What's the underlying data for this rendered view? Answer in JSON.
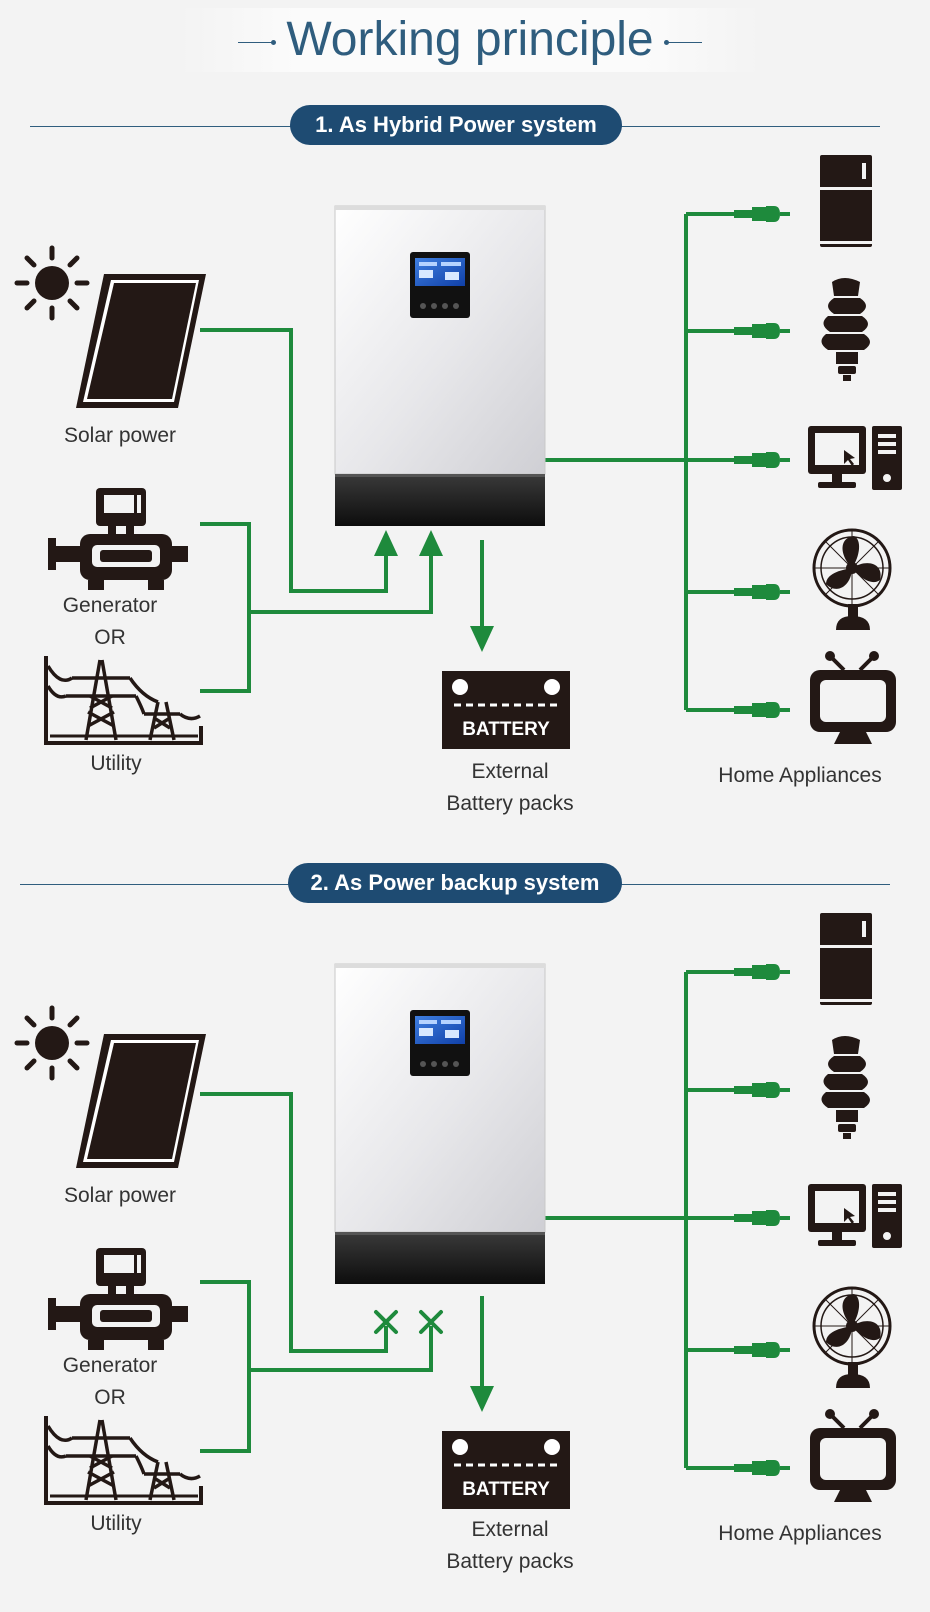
{
  "header": {
    "title": "Working principle"
  },
  "section1": {
    "title": "1. As Hybrid Power system",
    "labels": {
      "solar": "Solar power",
      "generator": "Generator",
      "or": "OR",
      "utility": "Utility",
      "battery_icon": "BATTERY",
      "battery_line1": "External",
      "battery_line2": "Battery packs",
      "appliances": "Home Appliances"
    }
  },
  "section2": {
    "title": "2. As Power backup system",
    "labels": {
      "solar": "Solar power",
      "generator": "Generator",
      "or": "OR",
      "utility": "Utility",
      "battery_icon": "BATTERY",
      "battery_line1": "External",
      "battery_line2": "Battery packs",
      "appliances": "Home Appliances"
    }
  },
  "colors": {
    "accent": "#1e4b72",
    "wire": "#1e8a3c",
    "icon": "#231815",
    "text": "#333333"
  },
  "icons": [
    "sun-icon",
    "solar-panel-icon",
    "generator-icon",
    "power-tower-icon",
    "battery-icon",
    "refrigerator-icon",
    "lightbulb-icon",
    "computer-icon",
    "fan-icon",
    "tv-icon",
    "plug-icon",
    "inverter-device"
  ]
}
